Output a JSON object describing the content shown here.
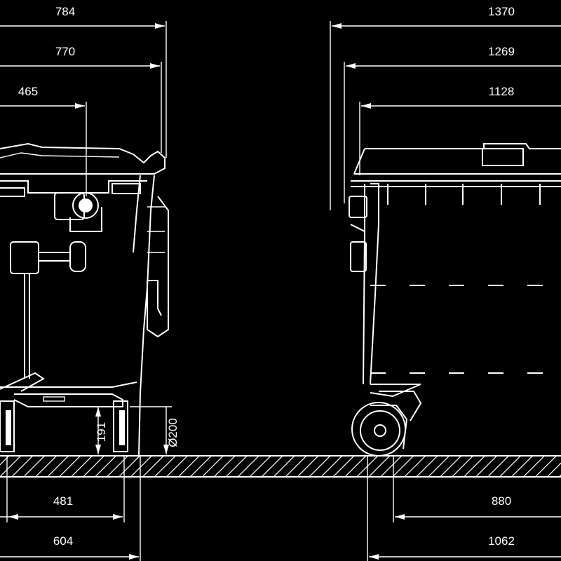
{
  "dimensions": {
    "top_left": [
      "784",
      "770",
      "465"
    ],
    "top_right": [
      "1370",
      "1269",
      "1128"
    ],
    "bottom_left": [
      "481",
      "604"
    ],
    "bottom_right": [
      "880",
      "1062"
    ],
    "wheel_height": "191",
    "wheel_diameter": "Ø200"
  }
}
